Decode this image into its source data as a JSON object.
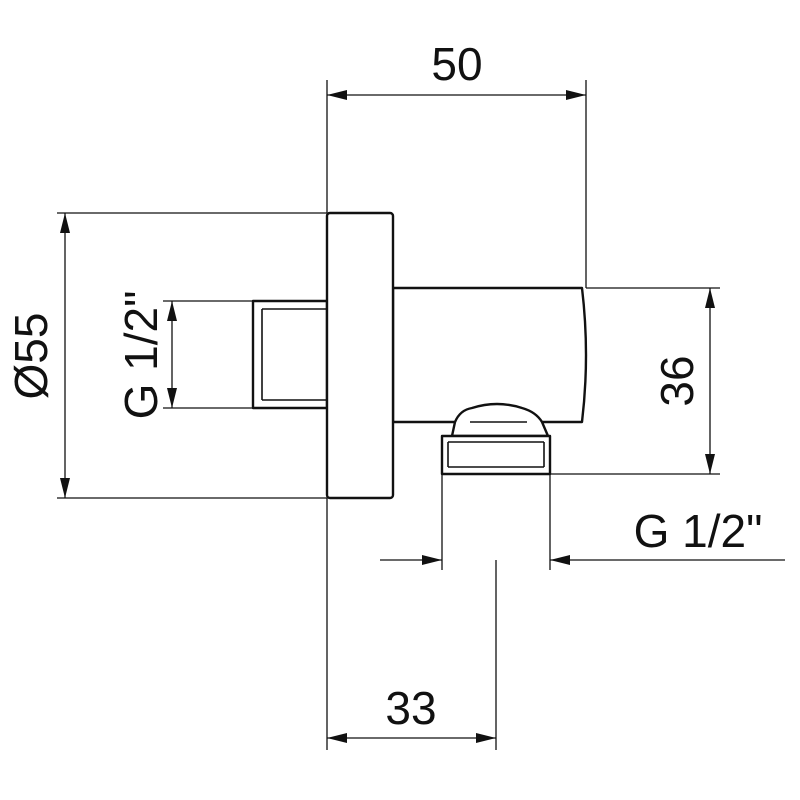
{
  "drawing": {
    "dimensions": {
      "overall_length": "50",
      "flange_diameter": "Ø55",
      "inlet_thread": "G 1/2\"",
      "body_height": "36",
      "outlet_thread": "G 1/2\"",
      "outlet_offset": "33"
    },
    "colors": {
      "line": "#111111",
      "background": "#ffffff"
    }
  }
}
